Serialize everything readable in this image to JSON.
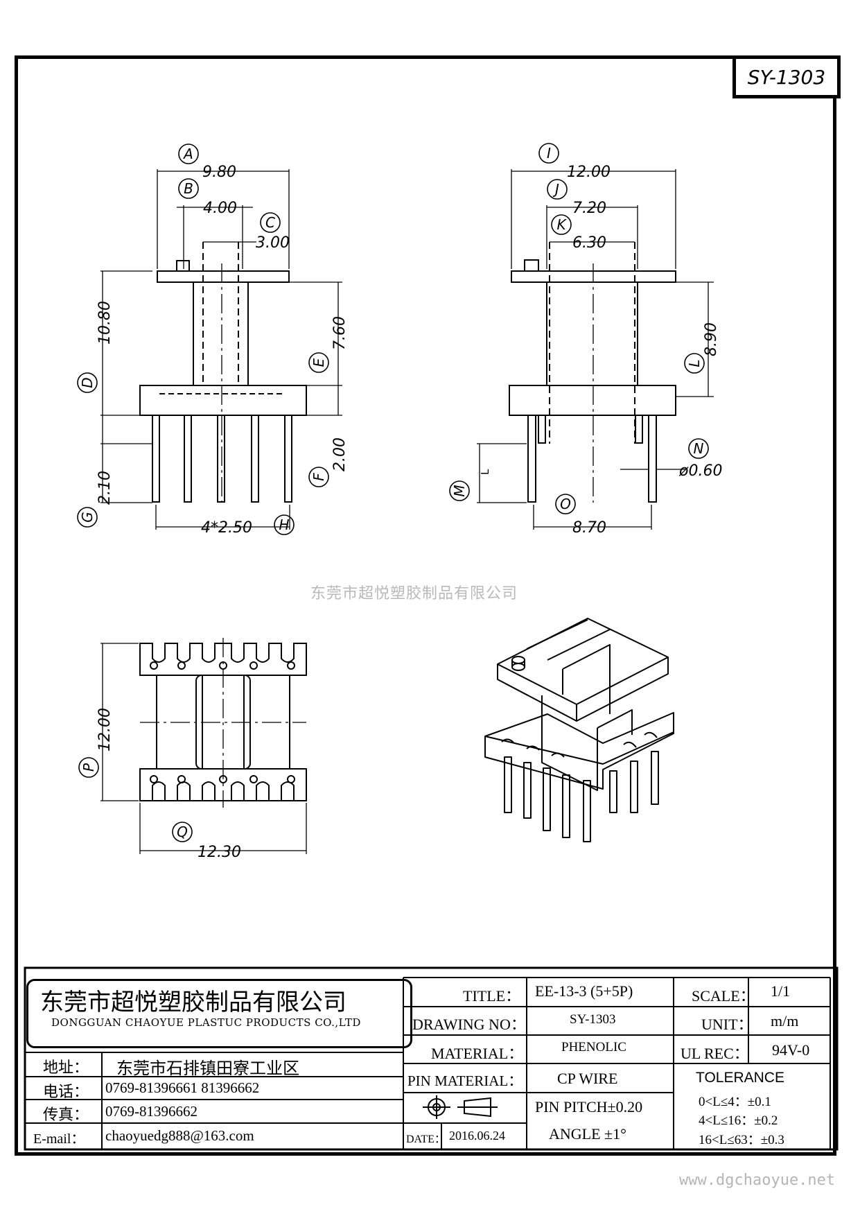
{
  "part_code": "SY-1303",
  "watermark": "东莞市超悦塑胶制品有限公司",
  "site": "www.dgchaoyue.net",
  "dimensions": {
    "A": "9.80",
    "B": "4.00",
    "C": "3.00",
    "D": "10.80",
    "E": "7.60",
    "F": "2.00",
    "G": "2.10",
    "H": "4*2.50",
    "I": "12.00",
    "J": "7.20",
    "K": "6.30",
    "L": "8.90",
    "M": "L",
    "N": "ø0.60",
    "O": "8.70",
    "P": "12.00",
    "Q": "12.30"
  },
  "callouts": [
    "A",
    "B",
    "C",
    "D",
    "E",
    "F",
    "G",
    "H",
    "I",
    "J",
    "K",
    "L",
    "M",
    "N",
    "O",
    "P",
    "Q"
  ],
  "company": {
    "name_cn": "东莞市超悦塑胶制品有限公司",
    "name_en": "DONGGUAN CHAOYUE PLASTUC PRODUCTS CO.,LTD"
  },
  "contact": {
    "address_label": "地址：",
    "address": "东莞市石排镇田寮工业区",
    "phone_label": "电话：",
    "phone": "0769-81396661   81396662",
    "fax_label": "传真：",
    "fax": "0769-81396662",
    "email_label": "E-mail：",
    "email": "chaoyuedg888@163.com"
  },
  "title_block": {
    "title_label": "TITLE：",
    "title": "EE-13-3 (5+5P)",
    "drawing_no_label": "DRAWING NO：",
    "drawing_no": "SY-1303",
    "material_label": "MATERIAL：",
    "material": "PHENOLIC",
    "pin_material_label": "PIN MATERIAL：",
    "pin_material": "CP WIRE",
    "pin_pitch": "PIN PITCH±0.20",
    "angle": "ANGLE  ±1°",
    "date_label": "DATE：",
    "date": "2016.06.24",
    "scale_label": "SCALE：",
    "scale": "1/1",
    "unit_label": "UNIT：",
    "unit": "m/m",
    "ul_label": "UL REC：",
    "ul": "94V-0",
    "tolerance_label": "TOLERANCE",
    "tolerance": [
      "0<L≤4：±0.1",
      "4<L≤16：±0.2",
      "16<L≤63：±0.3"
    ]
  }
}
